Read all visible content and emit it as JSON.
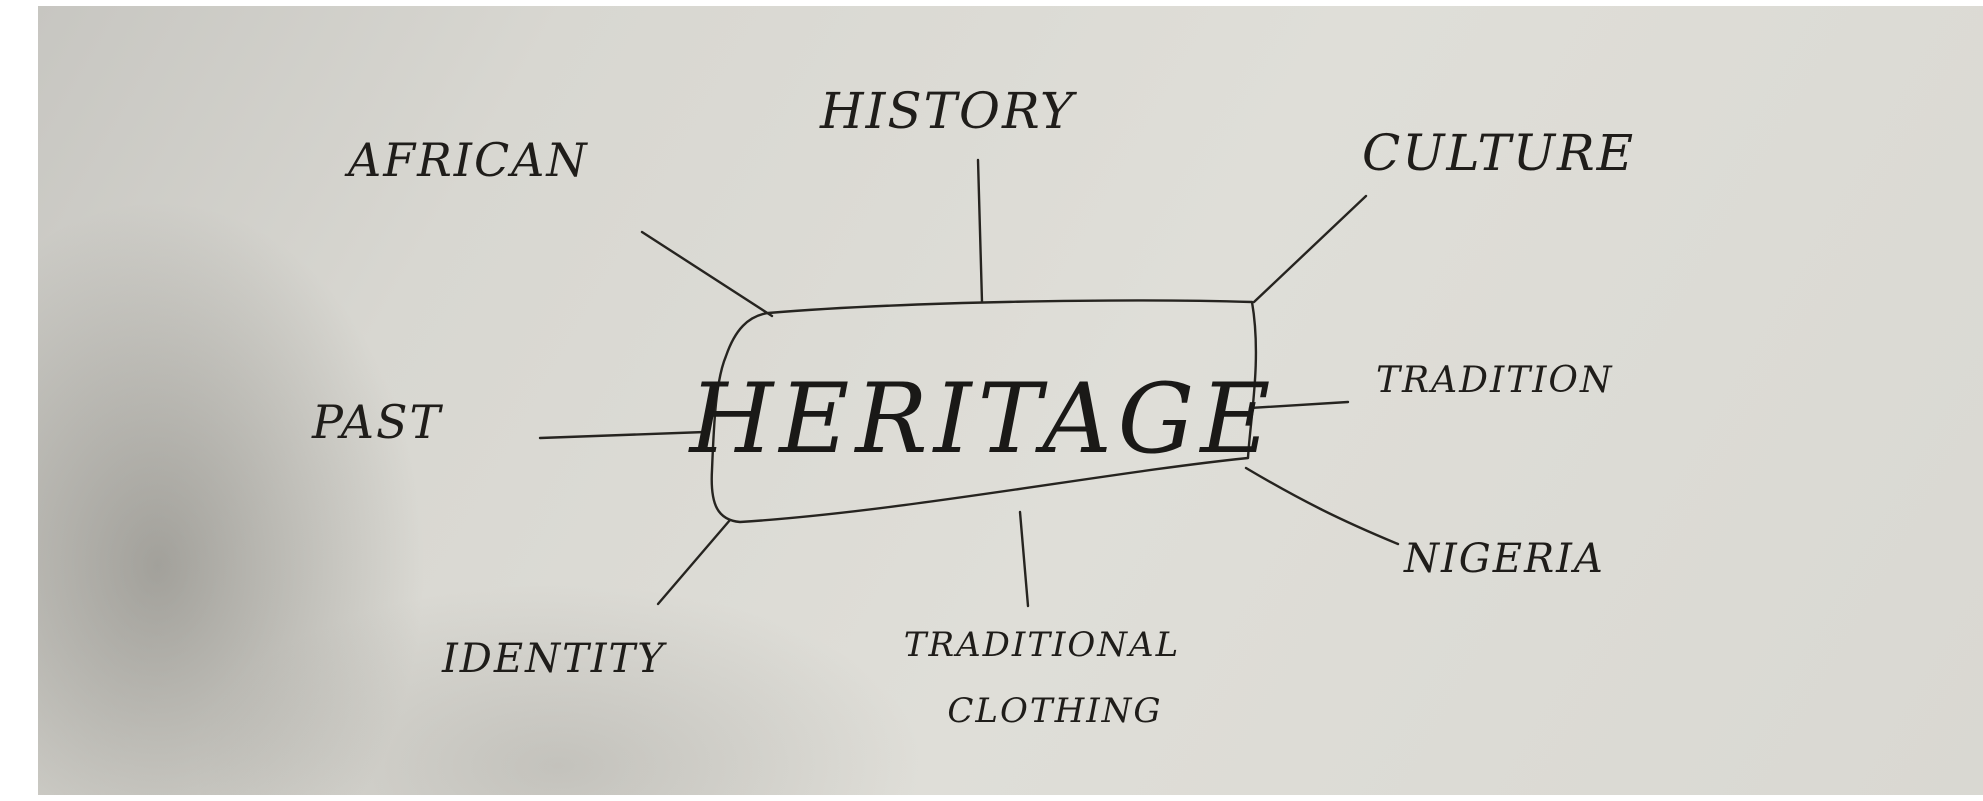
{
  "diagram": {
    "center": "HERITAGE",
    "branches": [
      {
        "id": "african",
        "label": "AFRICAN"
      },
      {
        "id": "history",
        "label": "HISTORY"
      },
      {
        "id": "culture",
        "label": "CULTURE"
      },
      {
        "id": "past",
        "label": "PAST"
      },
      {
        "id": "tradition",
        "label": "TRADITION"
      },
      {
        "id": "identity",
        "label": "IDENTITY"
      },
      {
        "id": "traditional-clothing",
        "label_line1": "TRADITIONAL",
        "label_line2": "CLOTHING"
      },
      {
        "id": "nigeria",
        "label": "NIGERIA"
      }
    ]
  },
  "colors": {
    "paper": "#dcdbd5",
    "ink": "#262420"
  }
}
